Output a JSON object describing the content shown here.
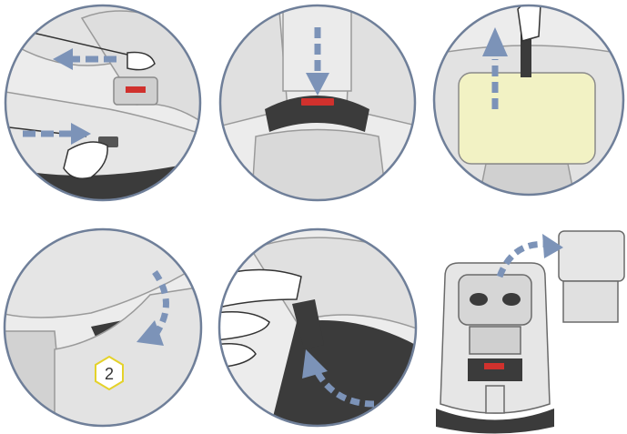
{
  "colors": {
    "outline": "#6f7f99",
    "arrow": "#7c93b8",
    "seat_light": "#ececec",
    "seat_mid": "#d9d9d9",
    "seat_shadow": "#bdbdbd",
    "dark": "#3b3b3b",
    "red": "#d0312d",
    "pad_yellow": "#f2f2c4",
    "badge": "#e4d22a",
    "ink": "#333333",
    "background": "#ffffff"
  },
  "panels": [
    {
      "name": "panel-press-release-pull-straps",
      "icons": [
        "hand-icon",
        "arrow-left-icon",
        "arrow-right-icon",
        "adjuster-button-icon"
      ]
    },
    {
      "name": "panel-press-buckle-red-button",
      "icons": [
        "arrow-down-icon",
        "buckle-icon"
      ]
    },
    {
      "name": "panel-lift-pad",
      "icons": [
        "hand-icon",
        "arrow-up-icon",
        "pad-icon"
      ]
    },
    {
      "name": "panel-fold-strap-step-2",
      "icons": [
        "curved-arrow-icon",
        "step-badge-icon"
      ]
    },
    {
      "name": "panel-insert-tongue",
      "icons": [
        "hand-icon",
        "arrow-up-icon",
        "tongue-icon"
      ]
    },
    {
      "name": "panel-remove-headrest",
      "icons": [
        "car-seat-icon",
        "curved-arrow-icon",
        "headrest-icon"
      ]
    }
  ],
  "step_badge": {
    "number": "2"
  }
}
